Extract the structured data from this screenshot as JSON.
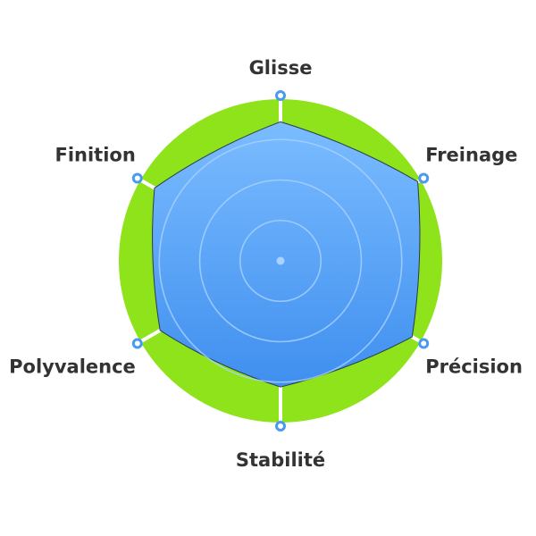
{
  "chart_data": {
    "type": "radar",
    "categories": [
      "Glisse",
      "Freinage",
      "Précision",
      "Stabilité",
      "Polyvalence",
      "Finition"
    ],
    "values": [
      86,
      98,
      94,
      78,
      86,
      90
    ],
    "range": [
      0,
      100
    ],
    "rings": 4,
    "grid": true,
    "colors": {
      "background_disc": "#8fe31a",
      "area_top": "#7bbcff",
      "area_bottom": "#3f8fef",
      "marker": "#4a9af0",
      "ring": "#a9d2ff",
      "label": "#333333"
    }
  }
}
